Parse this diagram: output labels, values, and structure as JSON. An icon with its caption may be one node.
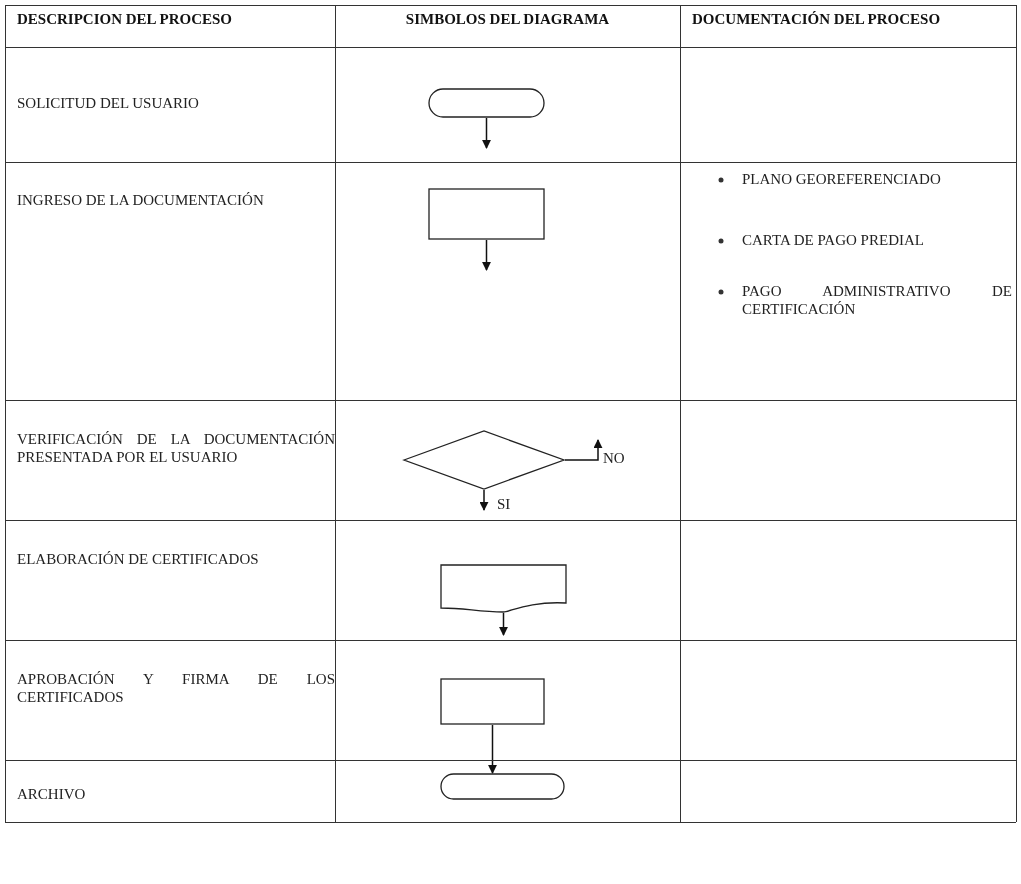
{
  "diagram": {
    "nodes": [
      {
        "text": [],
        "shape": "terminal"
      },
      {
        "text": [],
        "shape": "box"
      },
      {
        "text": [],
        "shape": "diamond"
      },
      {
        "text": [],
        "shape": "document"
      },
      {
        "text": [],
        "shape": "box"
      },
      {
        "text": [],
        "shape": "terminal"
      }
    ],
    "edges": [
      {
        "from": 0,
        "to": null,
        "arrow": "to"
      },
      {
        "from": 1,
        "to": null,
        "arrow": "to"
      },
      {
        "from": 2,
        "to": null,
        "arrow": "to",
        "label": "SI"
      },
      {
        "from": 2,
        "to": null,
        "arrow": "to",
        "label": "NO"
      },
      {
        "from": 3,
        "to": null,
        "arrow": "to"
      },
      {
        "from": 4,
        "to": 5,
        "arrow": "to"
      }
    ],
    "labels": [
      "DESCRIPCION DEL PROCESO",
      "SIMBOLOS DEL DIAGRAMA",
      "DOCUMENTACIÓN DEL PROCESO",
      "SOLICITUD DEL USUARIO",
      "INGRESO DE LA DOCUMENTACIÓN",
      "PLANO GEOREFERENCIADO",
      "CARTA DE PAGO PREDIAL",
      "PAGO ADMINISTRATIVO DE CERTIFICACIÓN",
      "VERIFICACIÓN DE LA DOCUMENTACIÓN PRESENTADA POR EL USUARIO",
      "ELABORACIÓN DE CERTIFICADOS",
      "APROBACIÓN Y FIRMA DE LOS CERTIFICADOS",
      "ARCHIVO"
    ]
  }
}
